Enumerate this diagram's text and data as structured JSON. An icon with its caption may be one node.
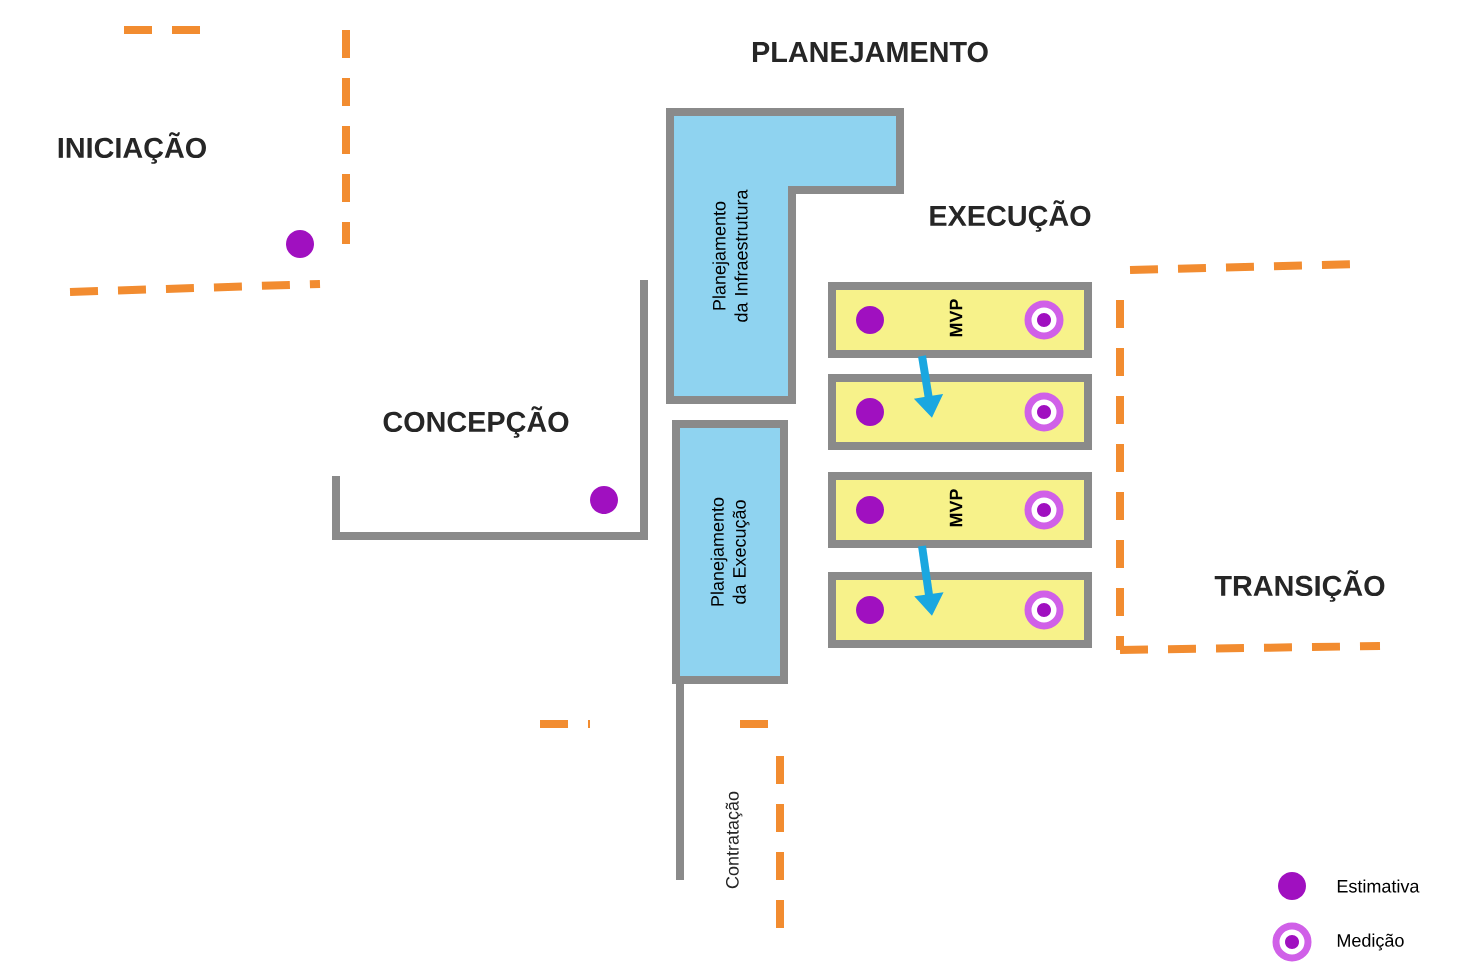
{
  "diagram": {
    "nodes": [
      {
        "text": [
          "Planejamento da Infraestrutura"
        ]
      },
      {
        "text": [
          "Planejamento da Execução"
        ]
      },
      {
        "text": [],
        "shape": "box"
      },
      {
        "text": [],
        "shape": "box"
      },
      {
        "text": [],
        "shape": "box"
      },
      {
        "text": [],
        "shape": "box"
      }
    ],
    "edges": [
      {
        "from": 2,
        "to": 3,
        "arrow": "to",
        "label": "MVP"
      },
      {
        "from": 4,
        "to": 5,
        "arrow": "to",
        "label": "MVP"
      }
    ],
    "labels": [
      "PLANEJAMENTO",
      "INICIAÇÃO",
      "EXECUÇÃO",
      "CONCEPÇÃO",
      "TRANSIÇÃO",
      "Contratação"
    ],
    "legend": [
      {
        "text": "Estimativa",
        "color": "#a010c0"
      },
      {
        "text": "Medição"
      }
    ]
  }
}
